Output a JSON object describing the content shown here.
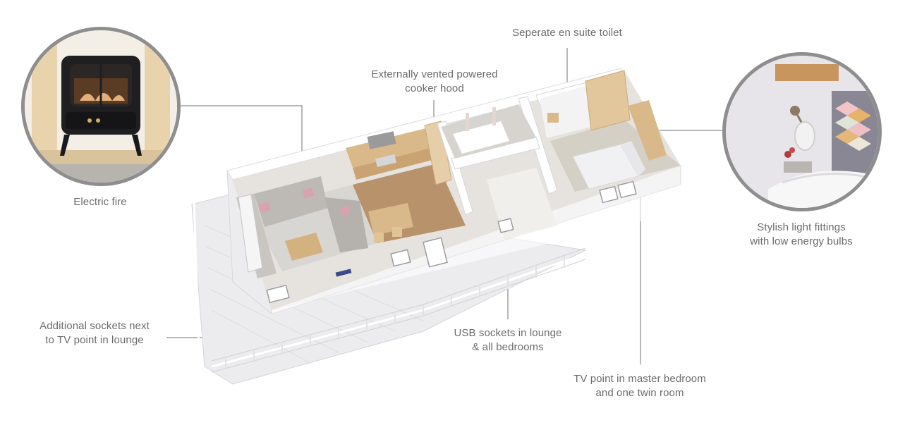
{
  "callouts": {
    "en_suite": "Seperate en suite toilet",
    "cooker_hood": "Externally vented powered\ncooker hood",
    "electric_fire": "Electric fire",
    "light_fittings": "Stylish light fittings\nwith low energy bulbs",
    "sockets_lounge": "Additional sockets next\nto TV point in lounge",
    "usb_sockets": "USB sockets in lounge\n& all bedrooms",
    "tv_point": "TV point in master bedroom\nand one twin room"
  },
  "colors": {
    "leader_line": "#8a8a8a",
    "label_text": "#6b6b6b",
    "inset_border": "#8e8e8e",
    "wood": "#d9b98a",
    "sofa": "#b9b6b2",
    "cushion": "#d9a3ad",
    "floor_wood": "#b8926a",
    "deck": "#e9e9ec"
  }
}
